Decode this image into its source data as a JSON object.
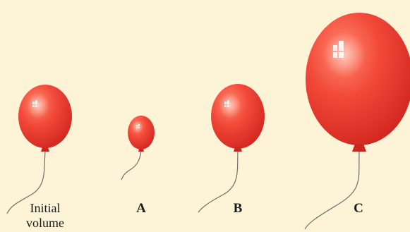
{
  "figure": {
    "background": "#fdf3d6",
    "balloon_color": "#ee3b2f",
    "string_color": "#6d6d6d",
    "labels": {
      "initial_line1": "Initial",
      "initial_line2": "volume",
      "a": "A",
      "b": "B",
      "c": "C"
    }
  }
}
